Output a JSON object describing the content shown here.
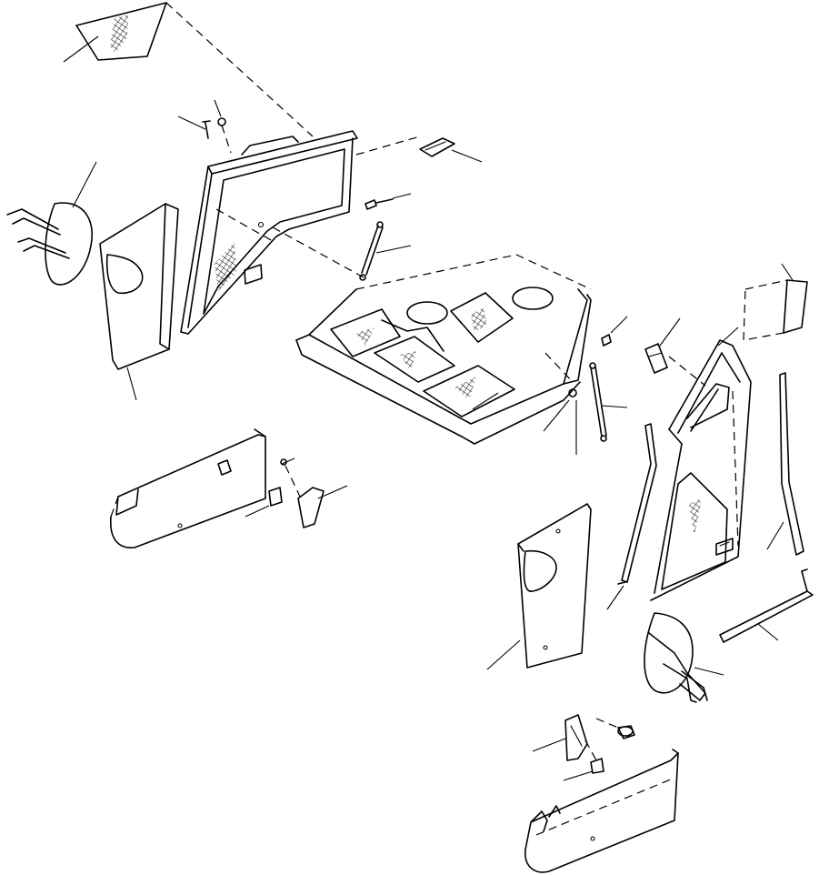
{
  "figure": {
    "kind": "exploded parts illustration",
    "text_labels": [],
    "line_color": "#000000",
    "background_color": "#ffffff"
  },
  "parts": [
    "window-glass-top-left",
    "left-door-panel",
    "left-mirror",
    "left-inner-cover-plate",
    "left-gas-strut",
    "bolt",
    "nut",
    "screw",
    "left-door-handle",
    "floor-plate",
    "left-lower-cover",
    "left-latch-bracket",
    "right-door-panel",
    "right-window-glass",
    "right-door-handle",
    "right-gas-strut",
    "right-seal-strip-left",
    "right-seal-strip-right",
    "right-inner-cover-plate",
    "right-mirror",
    "right-handle-bar",
    "right-latch-bracket",
    "right-lower-cover"
  ]
}
